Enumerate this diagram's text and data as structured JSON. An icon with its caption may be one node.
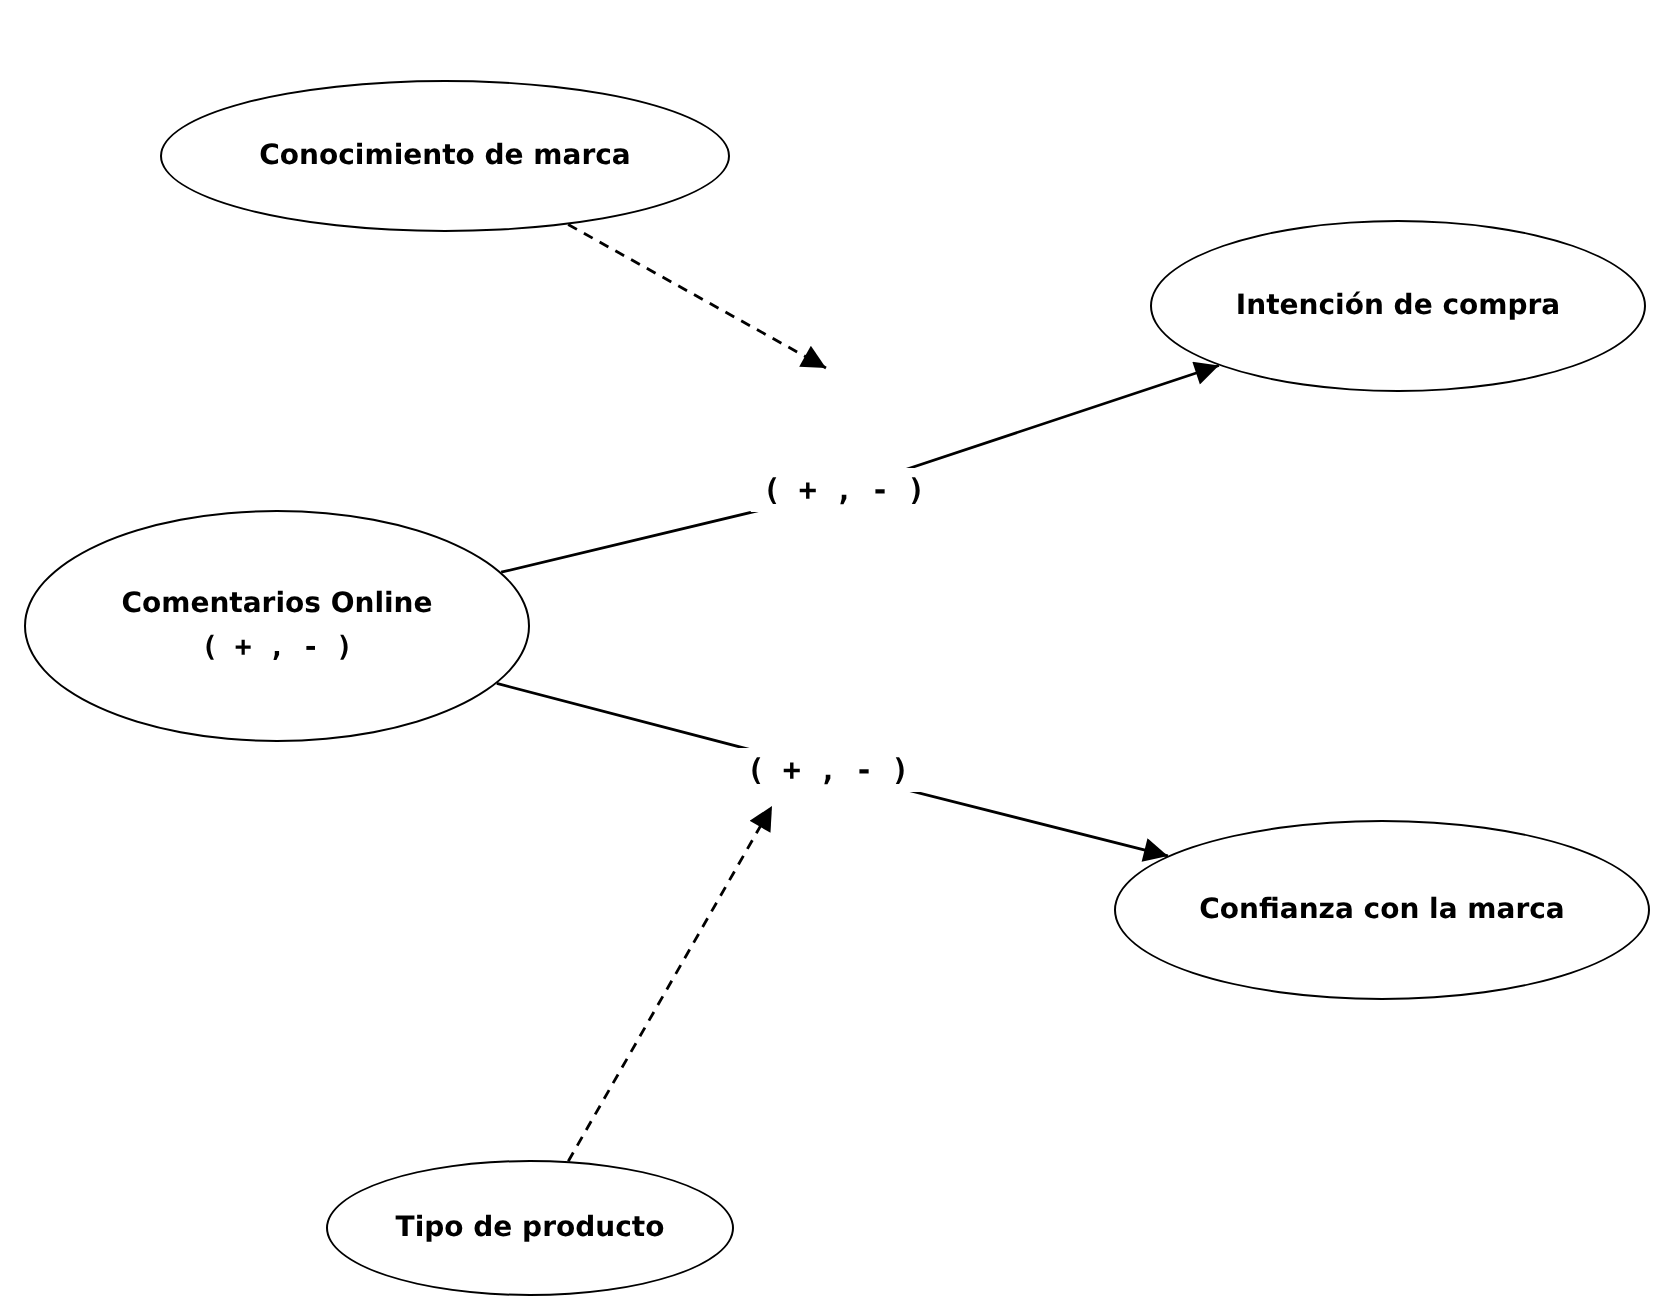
{
  "diagram": {
    "nodes": [
      {
        "text": [
          "Conocimiento de marca"
        ]
      },
      {
        "text": [
          "Intención de compra"
        ]
      },
      {
        "text": [
          "Comentarios Online",
          "( + , - )"
        ]
      },
      {
        "text": [
          "Confianza con la marca"
        ]
      },
      {
        "text": [
          "Tipo de producto"
        ]
      }
    ],
    "edges": [
      {
        "from": 2,
        "to": 1,
        "arrow": "to",
        "label": "( + , - )"
      },
      {
        "from": 2,
        "to": 3,
        "arrow": "to",
        "label": "( + , - )"
      },
      {
        "from": 0,
        "to": null,
        "arrow": "to",
        "style": "dashed"
      },
      {
        "from": 4,
        "to": null,
        "arrow": "to",
        "style": "dashed"
      }
    ]
  }
}
